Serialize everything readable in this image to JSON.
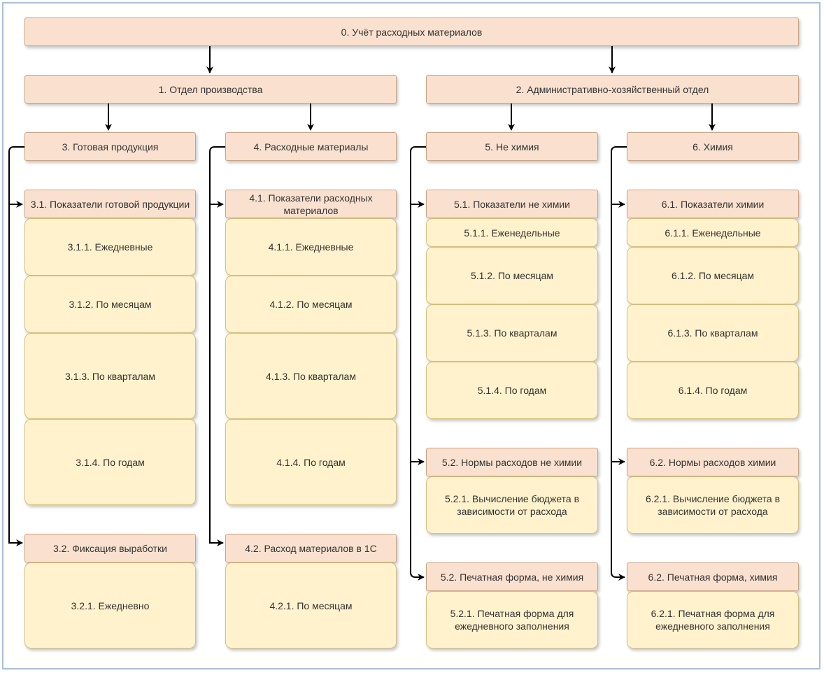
{
  "root": "0. Учёт расходных материалов",
  "departments": {
    "production": "1. Отдел производства",
    "admin": "2. Административно-хозяйственный отдел"
  },
  "col3": {
    "title": "3. Готовая продукция",
    "g1": "3.1. Показатели готовой продукции",
    "i1": "3.1.1. Ежедневные",
    "i2": "3.1.2. По месяцам",
    "i3": "3.1.3. По кварталам",
    "i4": "3.1.4. По годам",
    "g2": "3.2. Фиксация выработки",
    "i5": "3.2.1. Ежедневно"
  },
  "col4": {
    "title": "4. Расходные материалы",
    "g1": "4.1. Показатели расходных материалов",
    "i1": "4.1.1. Ежедневные",
    "i2": "4.1.2. По месяцам",
    "i3": "4.1.3. По кварталам",
    "i4": "4.1.4. По годам",
    "g2": "4.2. Расход материалов в 1С",
    "i5": "4.2.1. По месяцам"
  },
  "col5": {
    "title": "5. Не химия",
    "g1": "5.1. Показатели не химии",
    "i1": "5.1.1. Еженедельные",
    "i2": "5.1.2. По месяцам",
    "i3": "5.1.3. По кварталам",
    "i4": "5.1.4. По годам",
    "g2": "5.2. Нормы расходов не химии",
    "i5": "5.2.1. Вычисление бюджета в зависимости от расхода",
    "g3": "5.2. Печатная форма, не химия",
    "i6": "5.2.1. Печатная форма для ежедневного заполнения"
  },
  "col6": {
    "title": "6. Химия",
    "g1": "6.1. Показатели химии",
    "i1": "6.1.1. Еженедельные",
    "i2": "6.1.2. По месяцам",
    "i3": "6.1.3. По кварталам",
    "i4": "6.1.4. По годам",
    "g2": "6.2. Нормы расходов химии",
    "i5": "6.2.1. Вычисление бюджета в зависимости от расхода",
    "g3": "6.2. Печатная форма, химия",
    "i6": "6.2.1. Печатная форма для ежедневного заполнения"
  }
}
